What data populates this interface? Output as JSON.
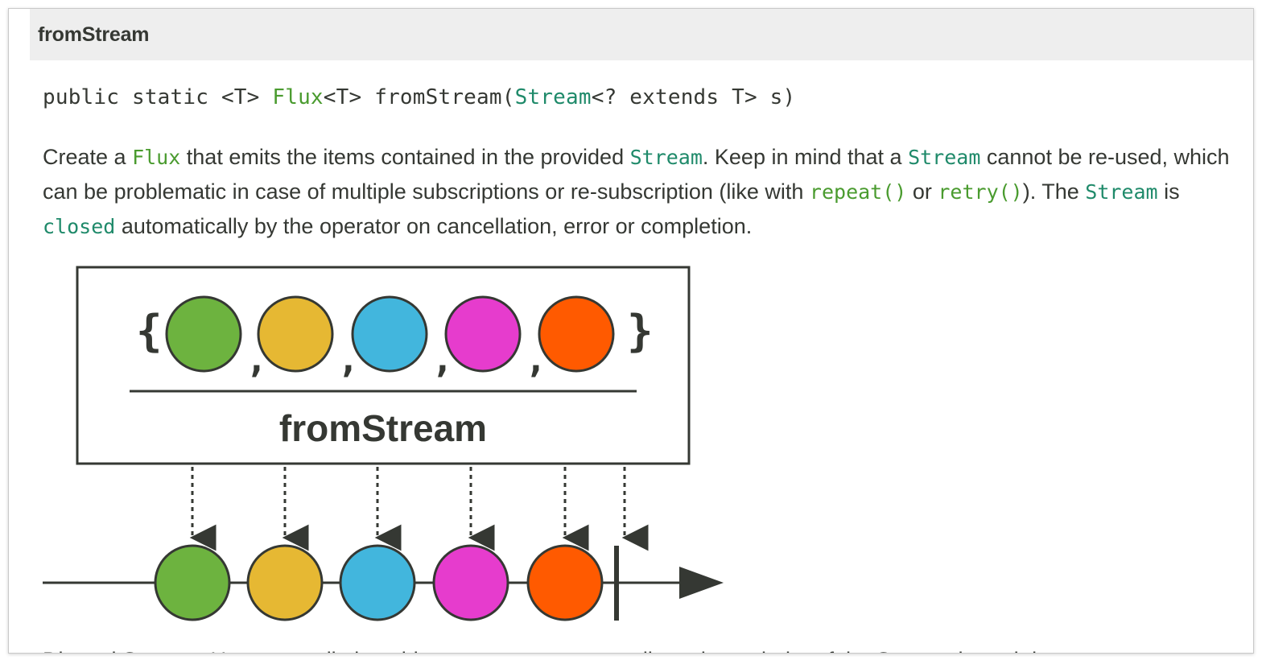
{
  "section": {
    "title": "fromStream"
  },
  "signature": {
    "prefix": "public static <T> ",
    "flux_link": "Flux",
    "mid": "<T> fromStream(",
    "stream_link": "Stream",
    "suffix": "<? extends T> s)"
  },
  "description": {
    "p1": "Create a ",
    "flux": "Flux",
    "p2": " that emits the items contained in the provided ",
    "stream1": "Stream",
    "p3": ". Keep in mind that a ",
    "stream2": "Stream",
    "p4": " cannot be re-used, which can be problematic in case of multiple subscriptions or re-subscription (like with ",
    "repeat": "repeat()",
    "p5": " or ",
    "retry": "retry()",
    "p6": "). The ",
    "stream3": "Stream",
    "p7": " is ",
    "closed": "closed",
    "p8": " automatically by the operator on cancellation, error or completion."
  },
  "diagram": {
    "operator_label": "fromStream",
    "brace_open": "{",
    "brace_close": "}",
    "separator": ",",
    "item_colors": [
      "#6db33f",
      "#e6b833",
      "#42b6dd",
      "#e63ccd",
      "#ff5a00"
    ],
    "stroke_color": "#353833"
  },
  "next_paragraph": {
    "text": "Discard Support: Upon cancellation, this operator attempts to discard remainder of the Stream through its..."
  }
}
